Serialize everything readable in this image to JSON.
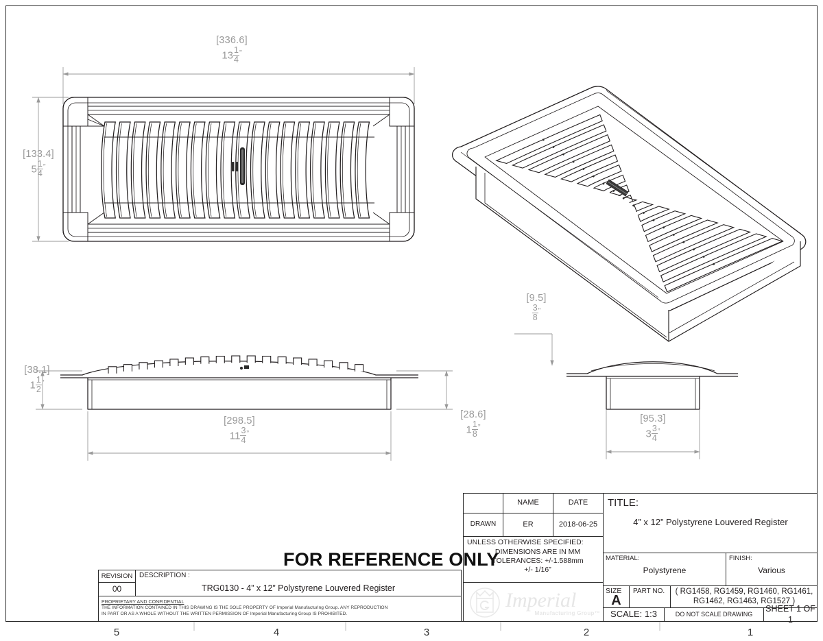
{
  "drawing": {
    "note": "FOR REFERENCE ONLY",
    "zones": [
      "5",
      "4",
      "3",
      "2",
      "1"
    ]
  },
  "dimensions": {
    "front_width": {
      "mm": "[336.6]",
      "whole": "13",
      "num": "1",
      "den": "4",
      "unit": "”"
    },
    "front_height": {
      "mm": "[133.4]",
      "whole": "5",
      "num": "1",
      "den": "4",
      "unit": "”"
    },
    "side_height": {
      "mm": "[38.1]",
      "whole": "1",
      "num": "1",
      "den": "2",
      "unit": "”"
    },
    "side_width": {
      "mm": "[298.5]",
      "whole": "11",
      "num": "3",
      "den": "4",
      "unit": "”"
    },
    "flange_drop": {
      "mm": "[28.6]",
      "whole": "1",
      "num": "1",
      "den": "8",
      "unit": "”"
    },
    "lip": {
      "mm": "[9.5]",
      "whole": "",
      "num": "3",
      "den": "8",
      "unit": "”"
    },
    "end_width": {
      "mm": "[95.3]",
      "whole": "3",
      "num": "3",
      "den": "4",
      "unit": "”"
    }
  },
  "revision_block": {
    "revision_label": "REVISION",
    "description_label": "DESCRIPTION :",
    "revision_value": "00",
    "description_value": "TRG0130 - 4” x 12” Polystyrene Louvered Register"
  },
  "proprietary": {
    "heading": "PROPRIETARY AND CONFIDENTIAL",
    "line1": "THE INFORMATION CONTAINED IN THIS DRAWING IS THE SOLE PROPERTY OF Imperial Manufacturing Group. ANY REPRODUCTION",
    "line2": "IN PART OR AS A WHOLE WITHOUT THE WRITTEN PERMISSION OF Imperial Manufacturing Group IS PROHIBITED."
  },
  "title_block": {
    "name_label": "NAME",
    "date_label": "DATE",
    "drawn_label": "DRAWN",
    "drawn_name": "ER",
    "drawn_date": "2018-06-25",
    "unless_line": "UNLESS OTHERWISE SPECIFIED:",
    "dims_line": "DIMENSIONS ARE IN MM",
    "tol_line1": "TOLERANCES: +/-1.588mm",
    "tol_line2": "+/- 1/16”",
    "title_label": "TITLE:",
    "title_value": "4” x 12” Polystyrene Louvered Register",
    "material_label": "MATERIAL:",
    "material_value": "Polystyrene",
    "finish_label": "FINISH:",
    "finish_value": "Various",
    "size_label": "SIZE",
    "size_value": "A",
    "part_no_label": "PART NO.",
    "part_no_line1": "( RG1458, RG1459, RG1460, RG1461,",
    "part_no_line2": "RG1462, RG1463, RG1527 )",
    "scale_value": "SCALE: 1:3",
    "do_not_scale": "DO NOT SCALE DRAWING",
    "sheet_value": "SHEET 1 OF 1"
  },
  "logo": {
    "brand": "Imperial",
    "tagline": "Manufacturing Group™"
  },
  "colors": {
    "line": "#231f20",
    "dim": "#9a9a9a",
    "paper": "#ffffff"
  }
}
